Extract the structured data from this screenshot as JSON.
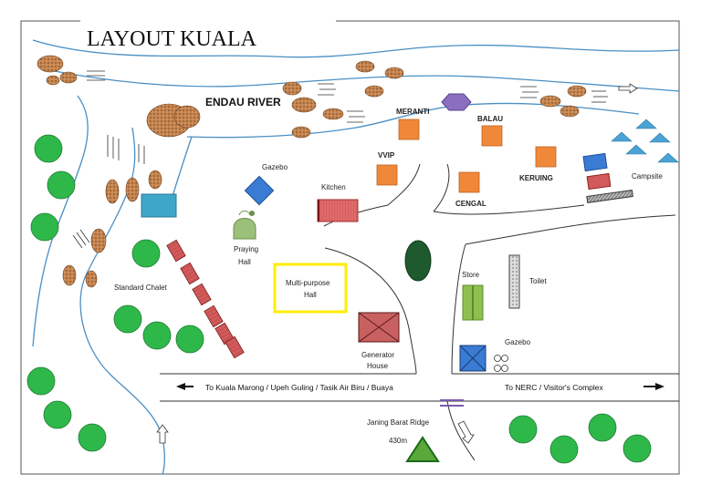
{
  "title": "LAYOUT KUALA",
  "river_name": "ENDAU RIVER",
  "labels": {
    "meranti": "MERANTI",
    "balau": "BALAU",
    "vvip": "VVIP",
    "keruing": "KERUING",
    "cengal": "CENGAL",
    "campsite": "Campsite",
    "gazebo_top": "Gazebo",
    "kitchen": "Kitchen",
    "praying_hall_1": "Praying",
    "praying_hall_2": "Hall",
    "standard_chalet": "Standard Chalet",
    "multipurpose_1": "Multi-purpose",
    "multipurpose_2": "Hall",
    "generator_1": "Generator",
    "generator_2": "House",
    "store": "Store",
    "toilet": "Toilet",
    "gazebo_bottom": "Gazebo",
    "road_left": "To Kuala Marong / Upeh Guling / Tasik Air Biru / Buaya",
    "road_right": "To NERC / Visitor's Complex",
    "ridge": "Janing Barat Ridge",
    "ridge_height": "430m"
  },
  "colors": {
    "river_line": "#4a8fc4",
    "chalet_orange": "#f0883a",
    "hexagon": "#8a6fc0",
    "tree": "#2fb84a",
    "rock": "#b8764a",
    "campsite": "#4aa3d4",
    "multipurpose_border": "#ffee00",
    "praying_hall": "#9bc07a",
    "store": "#8fbf4f",
    "peak": "#5aa83a"
  }
}
